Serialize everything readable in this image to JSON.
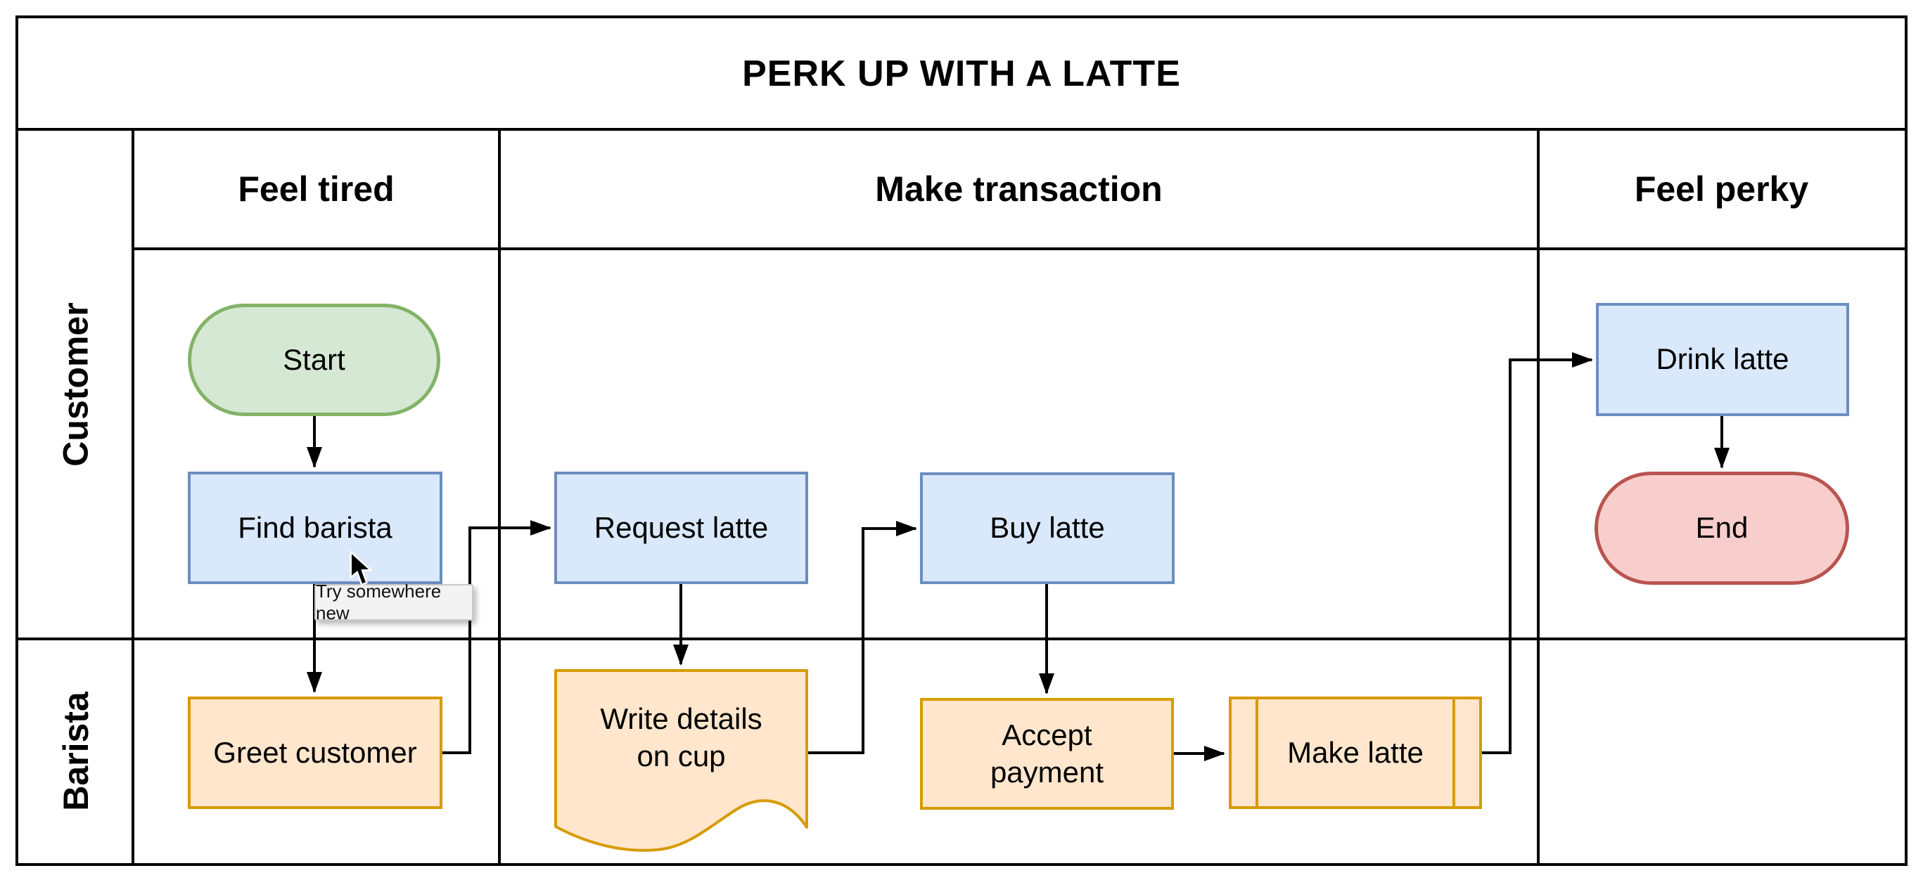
{
  "diagram": {
    "title": "PERK UP WITH A LATTE",
    "phases": [
      {
        "label": "Feel tired"
      },
      {
        "label": "Make transaction"
      },
      {
        "label": "Feel perky"
      }
    ],
    "lanes": [
      {
        "label": "Customer"
      },
      {
        "label": "Barista"
      }
    ],
    "nodes": [
      {
        "id": "start",
        "label": "Start",
        "type": "terminator",
        "lane": "Customer",
        "phase": "Feel tired",
        "fill": "#d5e8d4",
        "stroke": "#82b366"
      },
      {
        "id": "find-barista",
        "label": "Find barista",
        "type": "process",
        "lane": "Customer",
        "phase": "Feel tired",
        "fill": "#dae8fc",
        "stroke": "#6c8ebf"
      },
      {
        "id": "greet-customer",
        "label": "Greet customer",
        "type": "process",
        "lane": "Barista",
        "phase": "Feel tired",
        "fill": "#ffe6cc",
        "stroke": "#d79b00"
      },
      {
        "id": "request-latte",
        "label": "Request latte",
        "type": "process",
        "lane": "Customer",
        "phase": "Make transaction",
        "fill": "#dae8fc",
        "stroke": "#6c8ebf"
      },
      {
        "id": "write-details",
        "label": "Write details on cup",
        "lines": [
          "Write details",
          "on cup"
        ],
        "type": "document",
        "lane": "Barista",
        "phase": "Make transaction",
        "fill": "#ffe6cc",
        "stroke": "#d79b00"
      },
      {
        "id": "buy-latte",
        "label": "Buy latte",
        "type": "process",
        "lane": "Customer",
        "phase": "Make transaction",
        "fill": "#dae8fc",
        "stroke": "#6c8ebf"
      },
      {
        "id": "accept-payment",
        "label": "Accept payment",
        "lines": [
          "Accept",
          "payment"
        ],
        "type": "process",
        "lane": "Barista",
        "phase": "Make transaction",
        "fill": "#ffe6cc",
        "stroke": "#d79b00"
      },
      {
        "id": "make-latte",
        "label": "Make latte",
        "type": "predefined-process",
        "lane": "Barista",
        "phase": "Make transaction",
        "fill": "#ffe6cc",
        "stroke": "#d79b00"
      },
      {
        "id": "drink-latte",
        "label": "Drink latte",
        "type": "process",
        "lane": "Customer",
        "phase": "Feel perky",
        "fill": "#dae8fc",
        "stroke": "#6c8ebf"
      },
      {
        "id": "end",
        "label": "End",
        "type": "terminator",
        "lane": "Customer",
        "phase": "Feel perky",
        "fill": "#f8cecc",
        "stroke": "#b85450"
      }
    ],
    "edges": [
      {
        "from": "start",
        "to": "find-barista"
      },
      {
        "from": "find-barista",
        "to": "greet-customer"
      },
      {
        "from": "greet-customer",
        "to": "request-latte"
      },
      {
        "from": "request-latte",
        "to": "write-details"
      },
      {
        "from": "write-details",
        "to": "buy-latte"
      },
      {
        "from": "buy-latte",
        "to": "accept-payment"
      },
      {
        "from": "accept-payment",
        "to": "make-latte"
      },
      {
        "from": "make-latte",
        "to": "drink-latte"
      },
      {
        "from": "drink-latte",
        "to": "end"
      }
    ],
    "tooltip": {
      "text": "Try somewhere new"
    },
    "colors": {
      "grid": "#000000",
      "connector": "#000000",
      "process_fill": "#dae8fc",
      "process_stroke": "#6c8ebf",
      "task_fill": "#ffe6cc",
      "task_stroke": "#d79b00",
      "start_fill": "#d5e8d4",
      "start_stroke": "#82b366",
      "end_fill": "#f8cecc",
      "end_stroke": "#b85450",
      "tooltip_bg": "#f3f3f3"
    }
  }
}
